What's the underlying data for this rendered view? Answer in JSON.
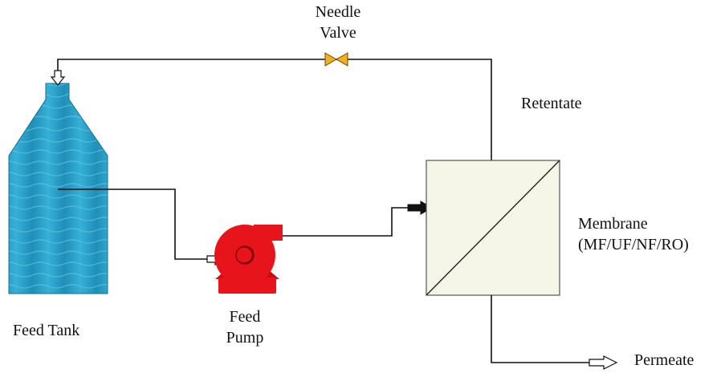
{
  "labels": {
    "needle_valve_line1": "Needle",
    "needle_valve_line2": "Valve",
    "retentate": "Retentate",
    "membrane_line1": "Membrane",
    "membrane_line2": "(MF/UF/NF/RO)",
    "feed_tank": "Feed Tank",
    "feed_pump_line1": "Feed",
    "feed_pump_line2": "Pump",
    "permeate": "Permeate"
  },
  "colors": {
    "tank_fill": "#2ba3c9",
    "tank_highlight": "#5cc4e0",
    "pump_fill": "#e8141c",
    "valve_fill": "#f0b020",
    "membrane_fill": "#f6f6e8",
    "line": "#111111"
  },
  "icons": {
    "tank": "feed-tank-icon",
    "pump": "centrifugal-pump-icon",
    "valve": "needle-valve-icon",
    "membrane": "membrane-module-icon"
  }
}
